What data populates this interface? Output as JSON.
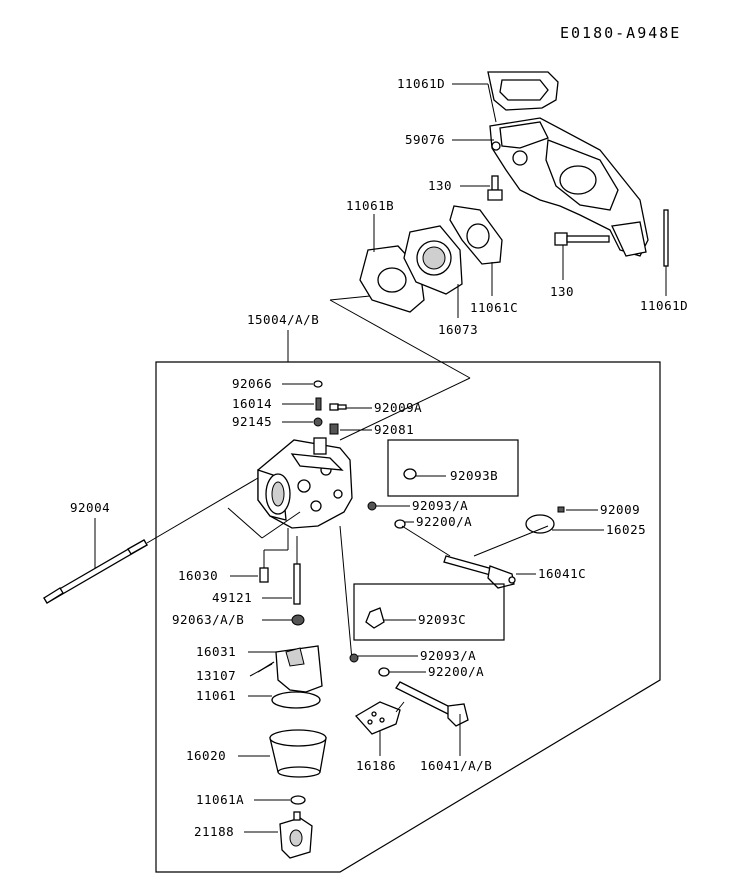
{
  "diagram_code": "E0180-A948E",
  "labels": {
    "p11061D_top": "11061D",
    "p59076": "59076",
    "p130_left": "130",
    "p11061B": "11061B",
    "p11061C": "11061C",
    "p16073": "16073",
    "p130_right": "130",
    "p11061D_right": "11061D",
    "p15004": "15004/A/B",
    "p92066": "92066",
    "p16014": "16014",
    "p92009A": "92009A",
    "p92145": "92145",
    "p92081": "92081",
    "p92093B": "92093B",
    "p92004": "92004",
    "p92093A_1": "92093/A",
    "p92200A_1": "92200/A",
    "p92009": "92009",
    "p16025": "16025",
    "p16030": "16030",
    "p16041C": "16041C",
    "p49121": "49121",
    "p92063": "92063/A/B",
    "p92093C": "92093C",
    "p16031": "16031",
    "p92093A_2": "92093/A",
    "p13107": "13107",
    "p92200A_2": "92200/A",
    "p11061": "11061",
    "p16020": "16020",
    "p16186": "16186",
    "p16041AB": "16041/A/B",
    "p11061A": "11061A",
    "p21188": "21188"
  }
}
